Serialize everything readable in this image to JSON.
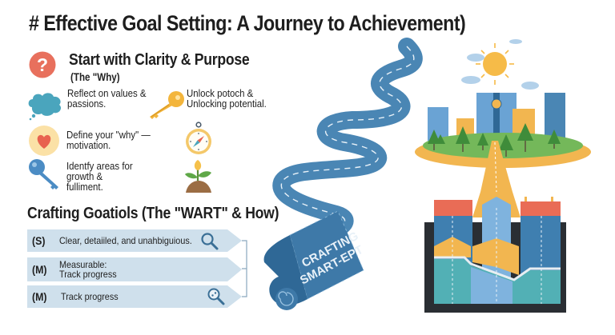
{
  "title": "# Effective Goal Setting: A Journey to Achievement)",
  "section1": {
    "heading": "Start with Clarity & Purpose",
    "subheading": "(The \"Why)",
    "items": [
      {
        "icon": "thought-cloud-icon",
        "text": "Reflect on values &\npassions."
      },
      {
        "icon": "key-icon",
        "text": "Unlock potoch &\nUnlocking potential."
      },
      {
        "icon": "heart-icon",
        "text": "Define your \"why\" —\nmotivation."
      },
      {
        "icon": "compass-icon",
        "text": ""
      },
      {
        "icon": "blue-key-icon",
        "text": "Identfy areas for\ngrowth &\nfulliment."
      },
      {
        "icon": "sprout-icon",
        "text": ""
      }
    ]
  },
  "section2": {
    "heading": "Crafting Goatiols (The \"WART\" & How)",
    "rows": [
      {
        "letter": "(S)",
        "text": "Clear, detaiiled, and unahbiguious.",
        "icon": "magnifier-icon"
      },
      {
        "letter": "(M)",
        "text": "Measurable:\nTrack progress",
        "icon": ""
      },
      {
        "letter": "(M)",
        "text": "Track progress",
        "icon": "magnifier-dots-icon"
      }
    ]
  },
  "scroll": {
    "line1": "CRAFTING",
    "line2": "SMART-EPT"
  },
  "colors": {
    "road": "#4a86b4",
    "road_dash": "#e8f1f8",
    "question_red": "#e8705d",
    "cloud_teal": "#4aa5bd",
    "key_gold": "#f3b53c",
    "heart_bg": "#fbe1a6",
    "heart_red": "#e8624f",
    "row_bg": "#cfe0ec",
    "grass": "#74b85a",
    "sand": "#f2b650",
    "sun": "#f6bb48",
    "building_blue": "#6aa3d4",
    "building_dark": "#3f7fb0",
    "chart_red": "#e96c56",
    "chart_teal": "#52b0b5",
    "frame_dark": "#2a2e33"
  }
}
